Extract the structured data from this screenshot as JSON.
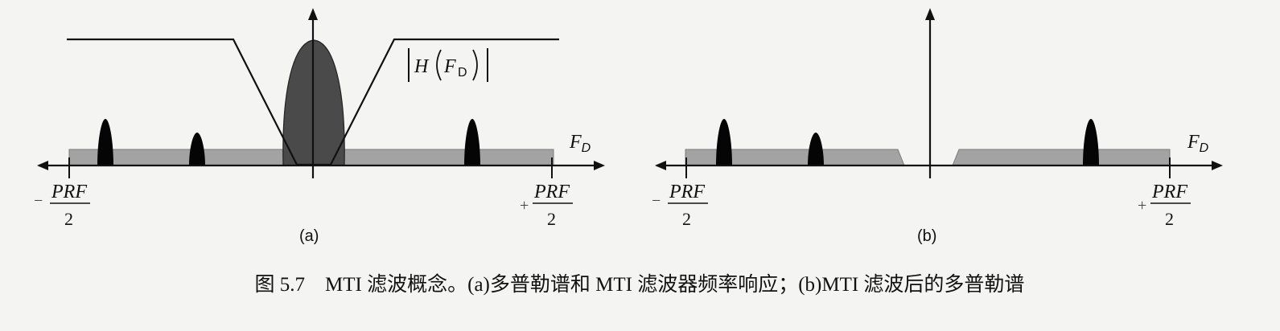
{
  "figure": {
    "panel_a": {
      "axis_label": "F",
      "axis_label_sub": "D",
      "filter_label_main": "H",
      "filter_label_sub": "D",
      "left_edge": {
        "sign": "−",
        "numerator": "PRF",
        "denominator": "2"
      },
      "right_edge": {
        "sign": "+",
        "numerator": "PRF",
        "denominator": "2"
      },
      "panel_label": "(a)"
    },
    "panel_b": {
      "axis_label": "F",
      "axis_label_sub": "D",
      "left_edge": {
        "sign": "−",
        "numerator": "PRF",
        "denominator": "2"
      },
      "right_edge": {
        "sign": "+",
        "numerator": "PRF",
        "denominator": "2"
      },
      "panel_label": "(b)"
    },
    "caption": "图 5.7　MTI 滤波概念。(a)多普勒谱和 MTI 滤波器频率响应；(b)MTI 滤波后的多普勒谱"
  },
  "colors": {
    "background": "#f4f4f2",
    "clutter_band": "#a3a3a3",
    "main_clutter": "#4a4a4a",
    "targets": "#050505"
  }
}
